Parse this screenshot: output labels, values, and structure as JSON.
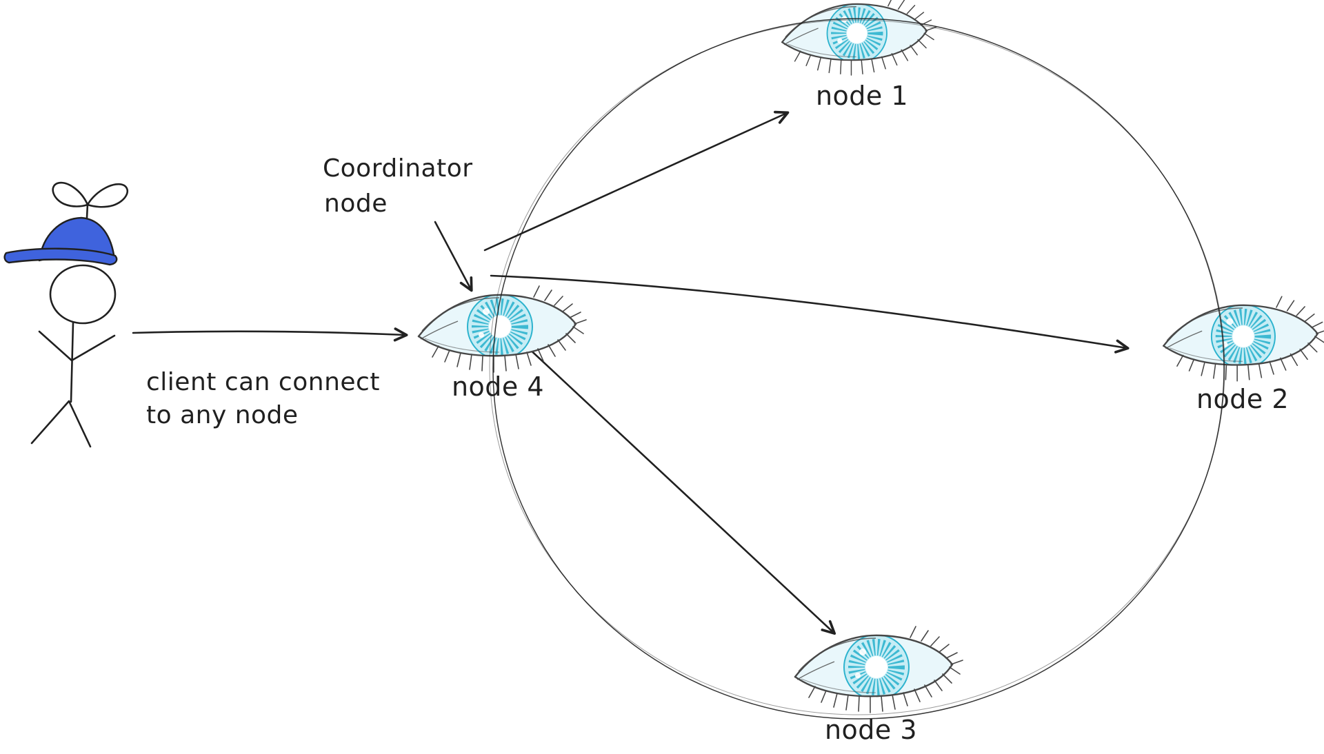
{
  "diagram": {
    "title": "",
    "colors": {
      "bg": "#ffffff",
      "ink": "#202020",
      "cap_blue": "#3f63dd",
      "iris_teal": "#2db3ce",
      "iris_fill": "#c7edf5",
      "sclera": "#e9f7fb",
      "lash": "#474747"
    },
    "icons": {
      "client": "stick-figure-with-propeller-cap",
      "node": "eye"
    },
    "client": {
      "label_line1": "client can connect",
      "label_line2": "to any node"
    },
    "coordinator": {
      "label_line1": "Coordinator",
      "label_line2": "node"
    },
    "nodes": [
      {
        "id": "node-1",
        "label": "node 1"
      },
      {
        "id": "node-2",
        "label": "node 2"
      },
      {
        "id": "node-3",
        "label": "node 3"
      },
      {
        "id": "node-4",
        "label": "node 4"
      }
    ]
  }
}
